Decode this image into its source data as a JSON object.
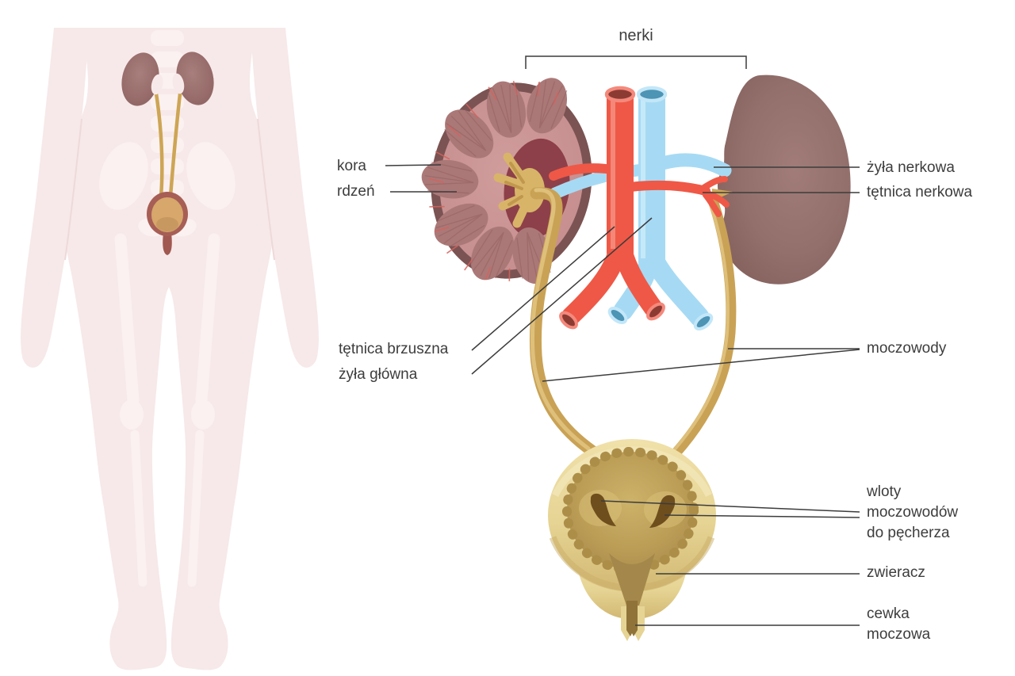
{
  "figure_type": "anatomical-diagram-urinary-system",
  "palette": {
    "artery_red": "#ef5846",
    "vein_blue": "#a6daf4",
    "ureter_yellow": "#d2ae62",
    "kidney_brown": "#8a6363",
    "kidney_cortex_pink": "#cb9595",
    "bladder_outer_cream": "#e7d494",
    "bladder_inner_tan": "#b3964d",
    "inlet_dark_brown": "#6f4e1d",
    "silhouette_skin": "#f7e9e9",
    "label_text": "#3d3d3d",
    "leader_line": "#3c3c3c"
  },
  "labels": {
    "nerki": "nerki",
    "kora": "kora",
    "rdzen": "rdzeń",
    "zyla_nerkowa": "żyła nerkowa",
    "tetnica_nerkowa": "tętnica nerkowa",
    "tetnica_brzuszna": "tętnica brzuszna",
    "zyla_glowna": "żyła główna",
    "moczowody": "moczowody",
    "wloty_moczowodow": "wloty moczowodów do pęcherza",
    "zwieracz": "zwieracz",
    "cewka_moczowa": "cewka moczowa"
  }
}
